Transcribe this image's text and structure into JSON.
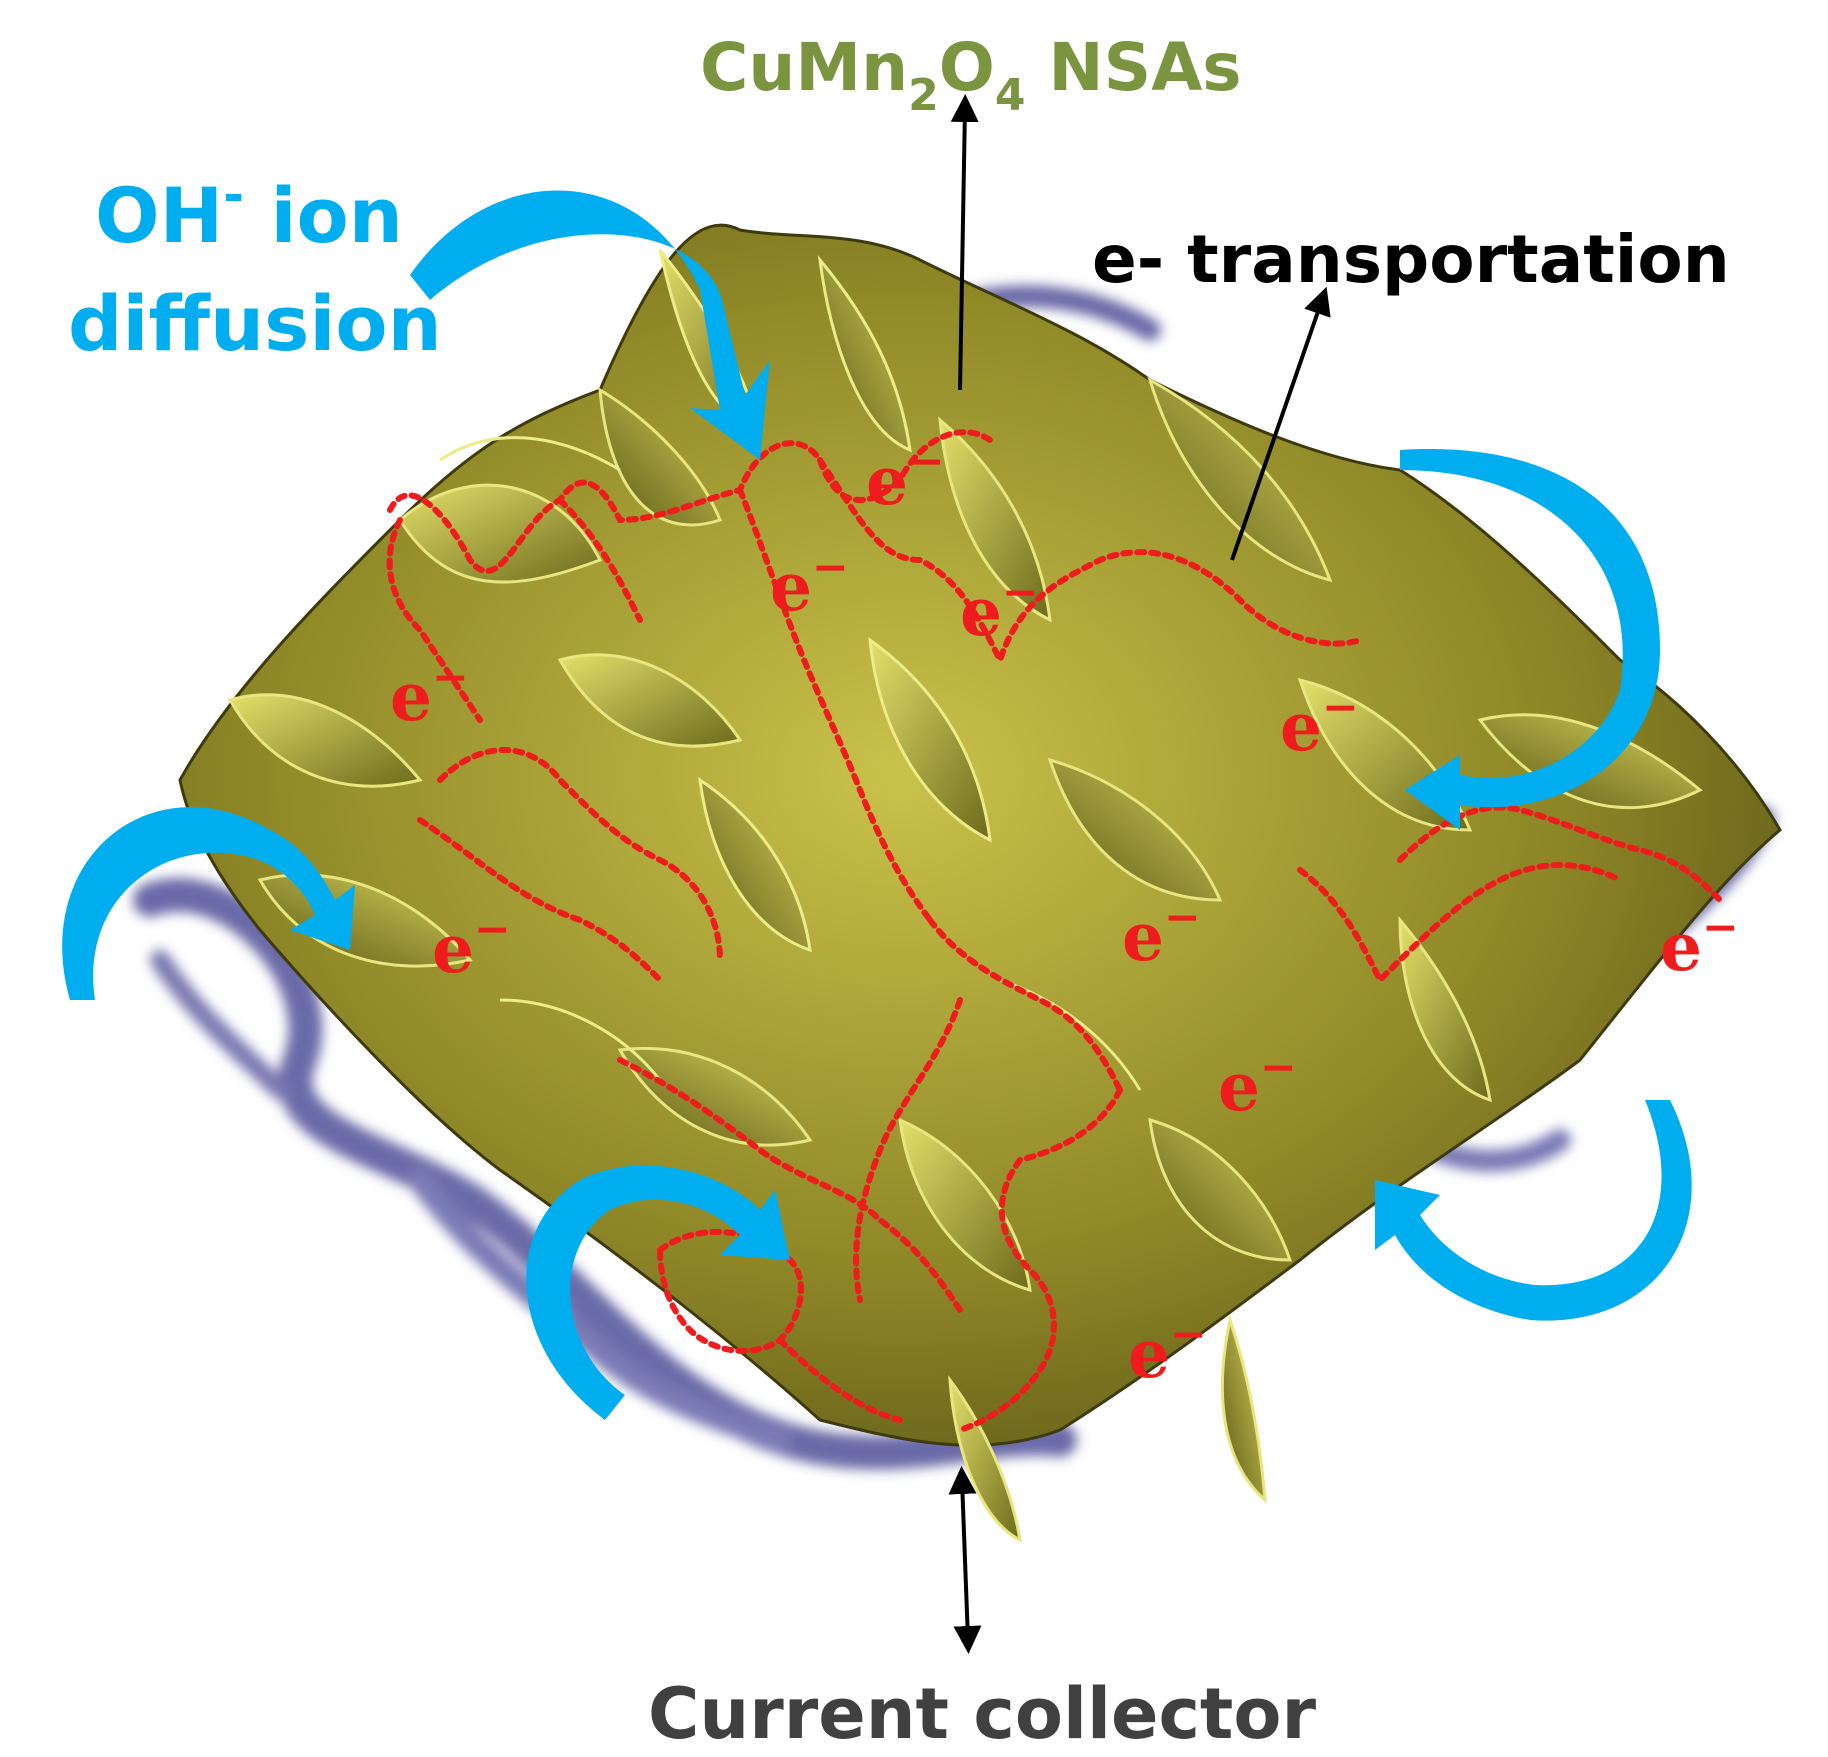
{
  "labels": {
    "nsa_main": "CuMn",
    "nsa_sub1": "2",
    "nsa_mid": "O",
    "nsa_sub2": "4",
    "nsa_tail": " NSAs",
    "oh_main": "OH",
    "oh_sup": "-",
    "oh_tail": " ion",
    "diffusion": "diffusion",
    "e_transport": "e- transportation",
    "current_collector": "Current collector"
  },
  "electron": {
    "symbol": "e",
    "charge": "−"
  },
  "colors": {
    "nsa_text": "#7a9440",
    "ion_text": "#00aeef",
    "electron_text": "#ee1c1c",
    "black_text": "#000000",
    "collector_text": "#404040",
    "sheet_light": "#d6d65a",
    "sheet_dark": "#5e5a18",
    "collector": "#6a6aa8",
    "arrow_blue": "#00aeef",
    "dotted_path": "#ee1c1c"
  }
}
